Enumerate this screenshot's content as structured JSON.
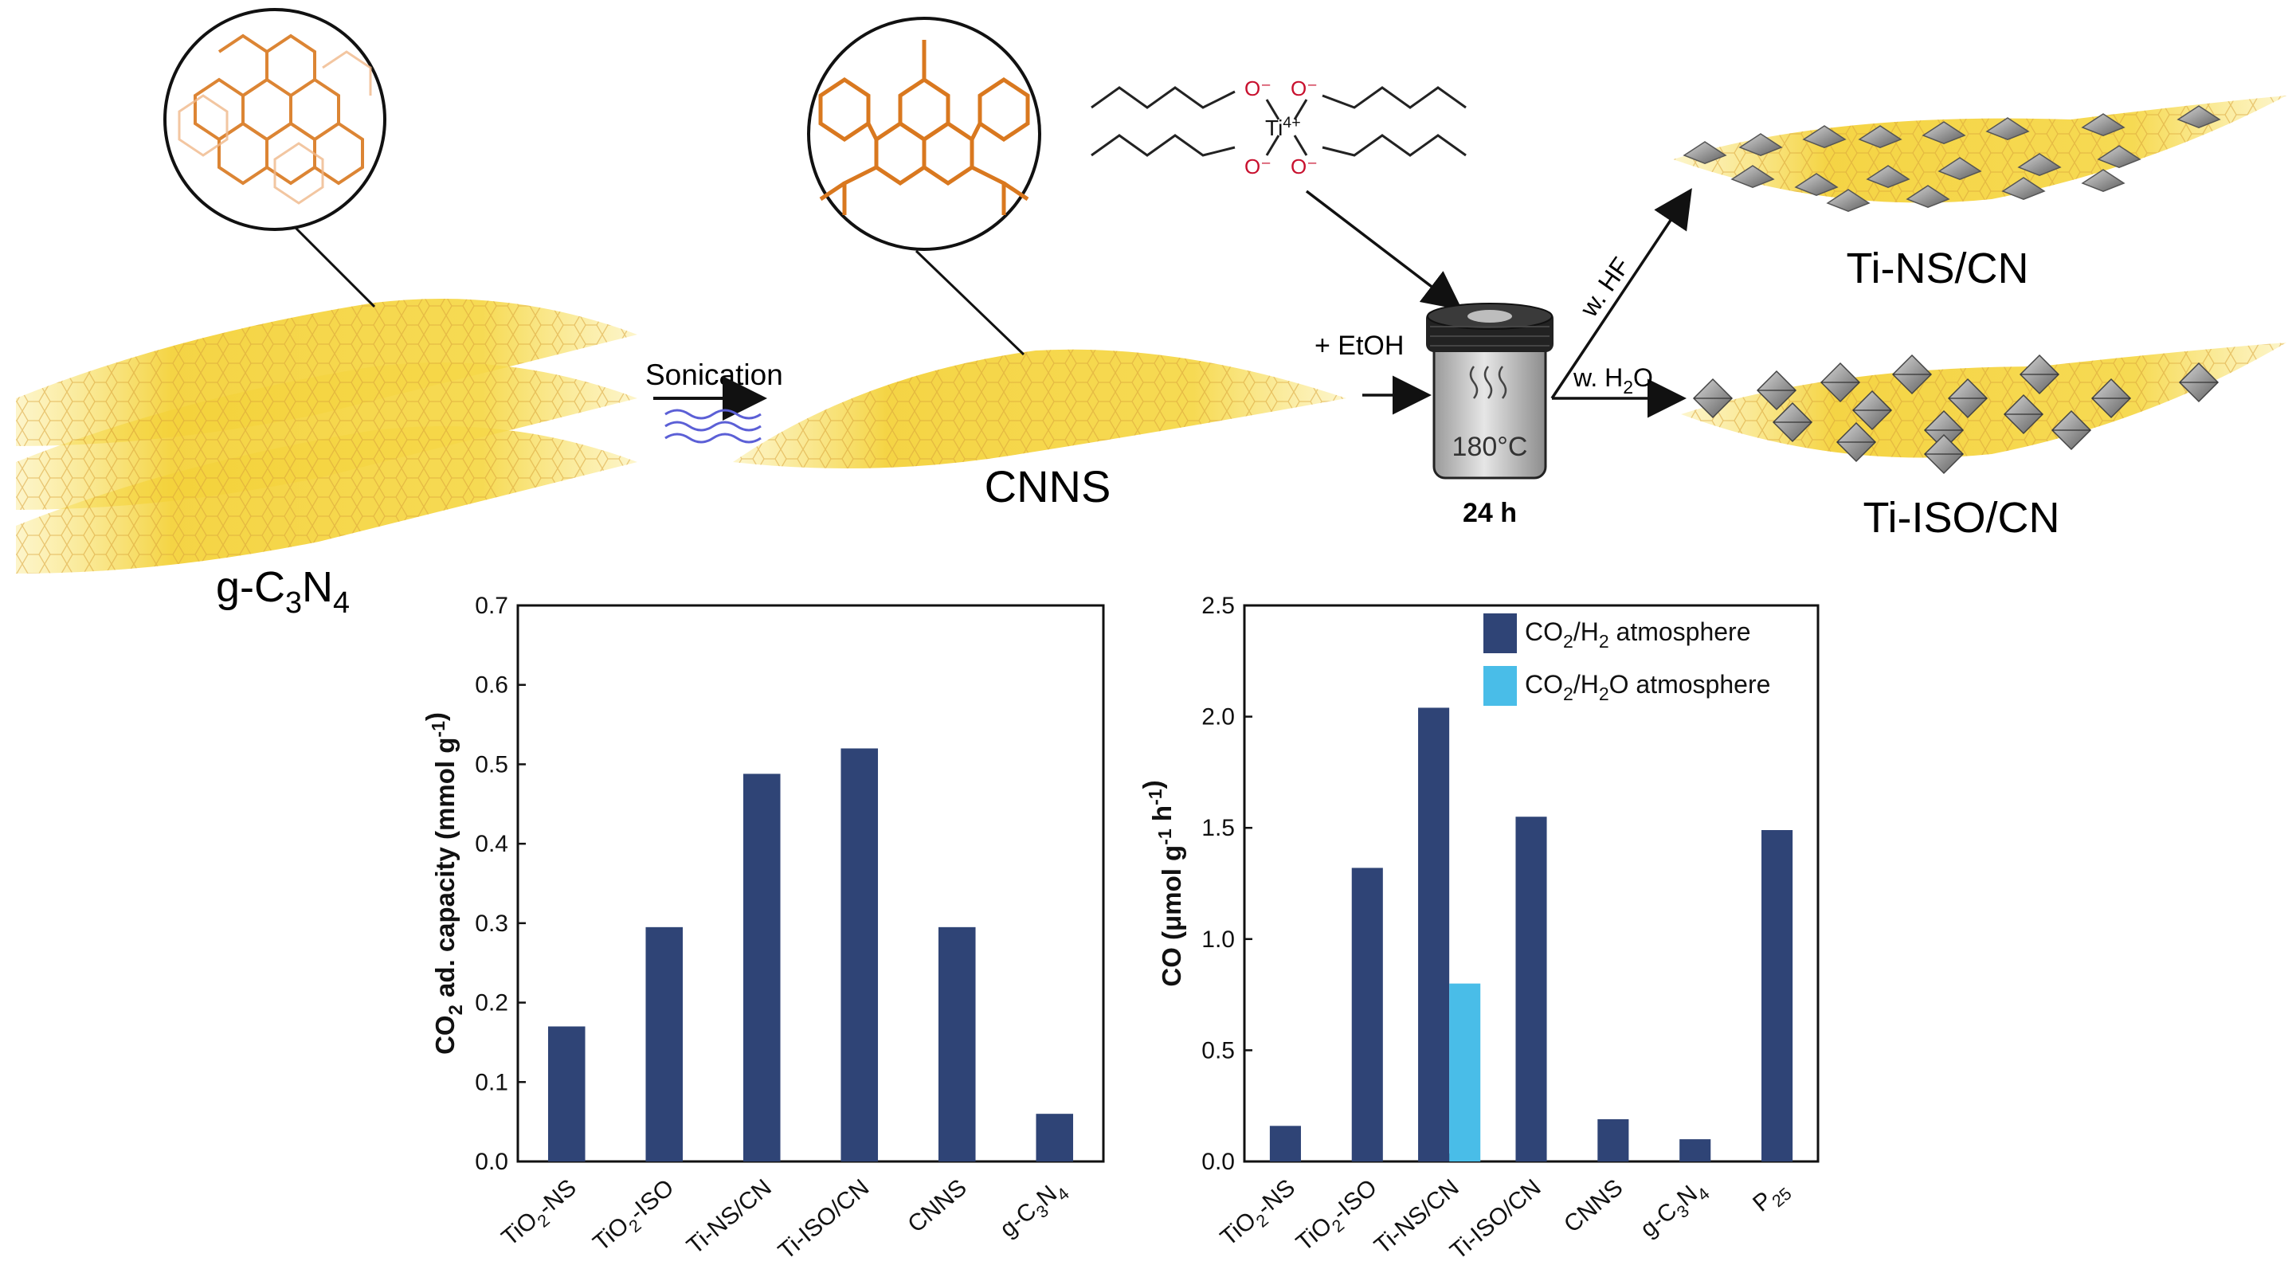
{
  "scheme": {
    "labels": {
      "gcn": "g-C3N4",
      "sonication": "Sonication",
      "cnns": "CNNS",
      "etoh": "+ EtOH",
      "ti_ion": "Ti4+",
      "o_minus": "O⁻",
      "temperature": "180°C",
      "time": "24 h",
      "route_hf": "w. HF",
      "route_h2o": "w. H2O",
      "product_ns": "Ti-NS/CN",
      "product_iso": "Ti-ISO/CN"
    },
    "colors": {
      "sheet_yellow": "#f6d84a",
      "lattice_orange": "#d9781f",
      "bar_navy": "#2f4476",
      "bar_cyan": "#49bde8"
    }
  },
  "chart_data": [
    {
      "type": "bar",
      "categories": [
        "TiO2-NS",
        "TiO2-ISO",
        "Ti-NS/CN",
        "Ti-ISO/CN",
        "CNNS",
        "g-C3N4"
      ],
      "series": [
        {
          "values": [
            0.17,
            0.295,
            0.488,
            0.52,
            0.295,
            0.06
          ],
          "color": "#2f4476"
        }
      ],
      "ylabel": "CO2 ad. capacity (mmol g-1)",
      "ylim": [
        0,
        0.7
      ],
      "yticks": [
        0.0,
        0.1,
        0.2,
        0.3,
        0.4,
        0.5,
        0.6,
        0.7
      ]
    },
    {
      "type": "bar",
      "categories": [
        "TiO2-NS",
        "TiO2-ISO",
        "Ti-NS/CN",
        "Ti-ISO/CN",
        "CNNS",
        "g-C3N4",
        "P25"
      ],
      "series": [
        {
          "name": "CO2/H2 atmosphere",
          "values": [
            0.16,
            1.32,
            2.04,
            1.55,
            0.19,
            0.1,
            1.49
          ],
          "color": "#2f4476"
        },
        {
          "name": "CO2/H2O atmosphere",
          "values": [
            null,
            null,
            0.8,
            null,
            null,
            null,
            null
          ],
          "color": "#49bde8"
        }
      ],
      "ylabel": "CO (μmol g-1 h-1)",
      "ylim": [
        0,
        2.5
      ],
      "yticks": [
        0.0,
        0.5,
        1.0,
        1.5,
        2.0,
        2.5
      ],
      "legend": "top-right"
    }
  ]
}
